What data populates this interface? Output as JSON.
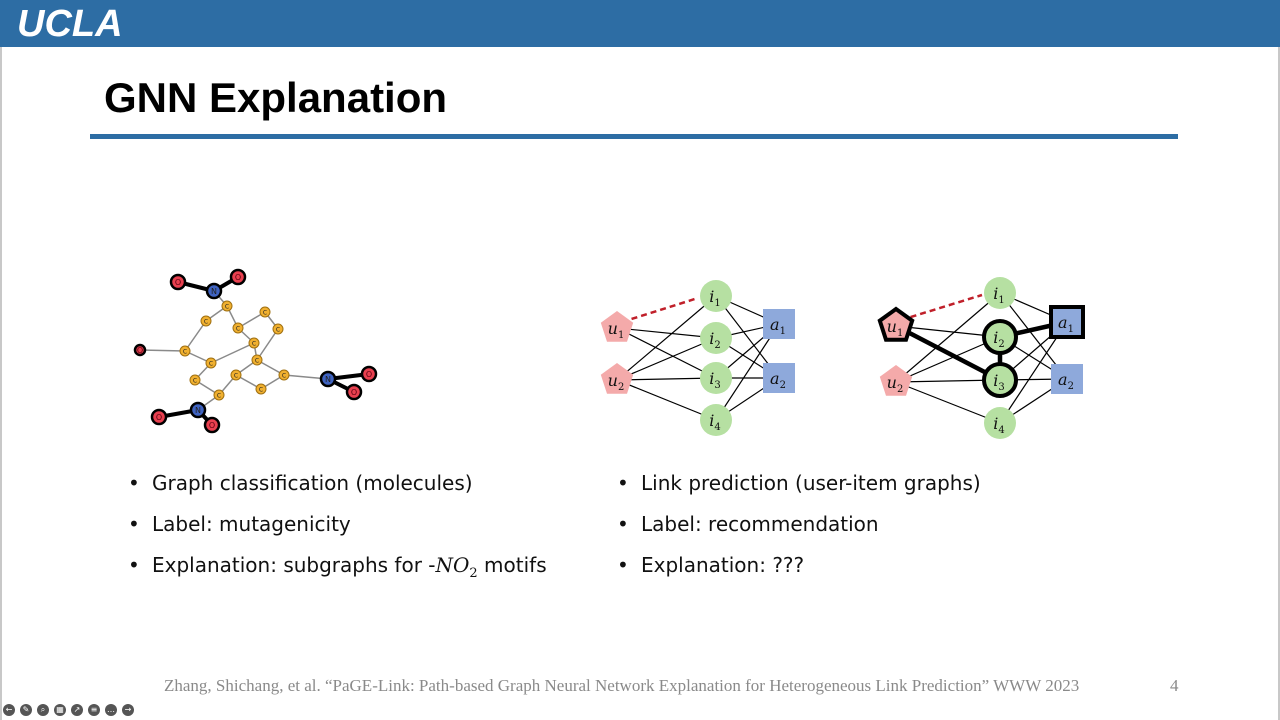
{
  "header": {
    "logo_text": "UCLA"
  },
  "slide": {
    "title": "GNN Explanation",
    "page_number": "4"
  },
  "molecule": {
    "atoms": [
      {
        "label": "O",
        "kind": "oxygen"
      },
      {
        "label": "O",
        "kind": "oxygen"
      },
      {
        "label": "N",
        "kind": "nitrogen"
      },
      {
        "label": "C",
        "kind": "carbon"
      },
      {
        "label": "C",
        "kind": "carbon"
      },
      {
        "label": "C",
        "kind": "carbon"
      },
      {
        "label": "C",
        "kind": "carbon"
      },
      {
        "label": "C",
        "kind": "carbon"
      },
      {
        "label": "C",
        "kind": "carbon"
      },
      {
        "label": "C",
        "kind": "carbon"
      },
      {
        "label": "C",
        "kind": "carbon"
      },
      {
        "label": "C",
        "kind": "carbon"
      },
      {
        "label": "C",
        "kind": "carbon"
      },
      {
        "label": "C",
        "kind": "carbon"
      },
      {
        "label": "C",
        "kind": "carbon"
      },
      {
        "label": "C",
        "kind": "carbon"
      },
      {
        "label": "C",
        "kind": "carbon"
      },
      {
        "label": "O",
        "kind": "oxygen"
      },
      {
        "label": "N",
        "kind": "nitrogen"
      },
      {
        "label": "O",
        "kind": "oxygen"
      },
      {
        "label": "O",
        "kind": "oxygen"
      },
      {
        "label": "N",
        "kind": "nitrogen"
      },
      {
        "label": "O",
        "kind": "oxygen"
      },
      {
        "label": "O",
        "kind": "oxygen"
      }
    ],
    "colors": {
      "carbon": "#f0b030",
      "oxygen": "#e8404f",
      "nitrogen": "#3f63c0"
    }
  },
  "graph_left": {
    "nodes": {
      "u1": {
        "letter": "u",
        "sub": "1",
        "type": "user"
      },
      "u2": {
        "letter": "u",
        "sub": "2",
        "type": "user"
      },
      "i1": {
        "letter": "i",
        "sub": "1",
        "type": "item"
      },
      "i2": {
        "letter": "i",
        "sub": "2",
        "type": "item"
      },
      "i3": {
        "letter": "i",
        "sub": "3",
        "type": "item"
      },
      "i4": {
        "letter": "i",
        "sub": "4",
        "type": "item"
      },
      "a1": {
        "letter": "a",
        "sub": "1",
        "type": "attribute"
      },
      "a2": {
        "letter": "a",
        "sub": "2",
        "type": "attribute"
      }
    }
  },
  "graph_right": {
    "nodes": {
      "u1": {
        "letter": "u",
        "sub": "1",
        "type": "user",
        "highlight": true
      },
      "u2": {
        "letter": "u",
        "sub": "2",
        "type": "user"
      },
      "i1": {
        "letter": "i",
        "sub": "1",
        "type": "item"
      },
      "i2": {
        "letter": "i",
        "sub": "2",
        "type": "item",
        "highlight": true
      },
      "i3": {
        "letter": "i",
        "sub": "3",
        "type": "item",
        "highlight": true
      },
      "i4": {
        "letter": "i",
        "sub": "4",
        "type": "item"
      },
      "a1": {
        "letter": "a",
        "sub": "1",
        "type": "attribute",
        "highlight": true
      },
      "a2": {
        "letter": "a",
        "sub": "2",
        "type": "attribute"
      }
    }
  },
  "node_colors": {
    "user": "#f4aaaa",
    "item": "#b6e0a2",
    "attribute": "#8ea9db",
    "predicted_link": "#c0202a"
  },
  "bullets_left": {
    "b1": "Graph classification (molecules)",
    "b2": "Label: mutagenicity",
    "b3_prefix": "Explanation: subgraphs for -",
    "b3_math": "NO",
    "b3_sub": "2",
    "b3_suffix": " motifs"
  },
  "bullets_right": {
    "b1": "Link prediction (user-item graphs)",
    "b2": "Label: recommendation",
    "b3": "Explanation:  ???"
  },
  "citation": "Zhang, Shichang, et al. “PaGE-Link: Path-based Graph Neural Network Explanation for Heterogeneous Link Prediction” WWW 2023",
  "toolbar": {
    "items": [
      {
        "icon": "back-arrow-icon",
        "glyph": "←"
      },
      {
        "icon": "pen-icon",
        "glyph": "✎"
      },
      {
        "icon": "zoom-icon",
        "glyph": "⌕"
      },
      {
        "icon": "slides-icon",
        "glyph": "▦"
      },
      {
        "icon": "pointer-icon",
        "glyph": "↗"
      },
      {
        "icon": "captions-icon",
        "glyph": "≡"
      },
      {
        "icon": "more-icon",
        "glyph": "…"
      },
      {
        "icon": "forward-arrow-icon",
        "glyph": "→"
      }
    ]
  }
}
